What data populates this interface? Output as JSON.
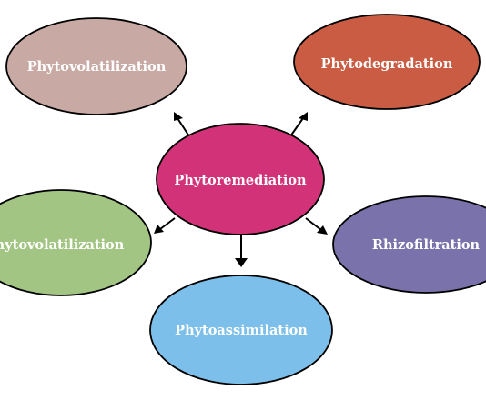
{
  "center": {
    "label": "Phytoremediation",
    "color": "#d23378"
  },
  "branches": [
    {
      "label": "Phytovolatilization",
      "color": "#c8a9a3"
    },
    {
      "label": "Phytodegradation",
      "color": "#c95c42"
    },
    {
      "label": "Phytovolatilization",
      "color": "#a3c583"
    },
    {
      "label": "Rhizofiltration",
      "color": "#7a72ab"
    },
    {
      "label": "Phytoassimilation",
      "color": "#7cbfea"
    }
  ]
}
